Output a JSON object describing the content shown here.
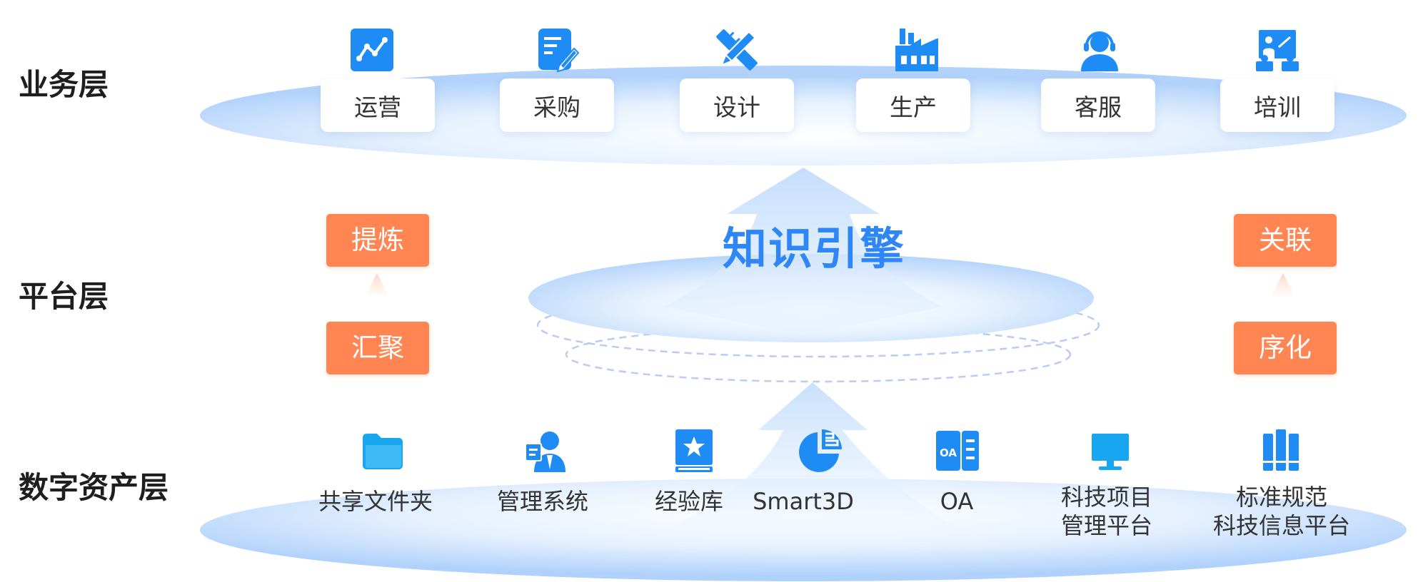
{
  "layers": {
    "business": "业务层",
    "platform": "平台层",
    "asset": "数字资产层"
  },
  "business_items": [
    {
      "label": "运营",
      "icon": "line-chart-icon"
    },
    {
      "label": "采购",
      "icon": "edit-document-icon"
    },
    {
      "label": "设计",
      "icon": "pencil-ruler-icon"
    },
    {
      "label": "生产",
      "icon": "factory-icon"
    },
    {
      "label": "客服",
      "icon": "headset-agent-icon"
    },
    {
      "label": "培训",
      "icon": "presentation-board-icon"
    }
  ],
  "platform": {
    "left_top": "提炼",
    "left_bottom": "汇聚",
    "right_top": "关联",
    "right_bottom": "序化",
    "engine": "知识引擎"
  },
  "asset_items": [
    {
      "label": "共享文件夹",
      "icon": "folder-icon"
    },
    {
      "label": "管理系统",
      "icon": "manager-user-icon"
    },
    {
      "label": "经验库",
      "icon": "star-book-icon"
    },
    {
      "label": "Smart3D",
      "icon": "pie-chart-icon"
    },
    {
      "label": "OA",
      "icon": "oa-document-icon"
    },
    {
      "label_line1": "科技项目",
      "label_line2": "管理平台",
      "icon": "monitor-icon"
    },
    {
      "label_line1": "标准规范",
      "label_line2": "科技信息平台",
      "icon": "bookshelf-icon"
    }
  ],
  "colors": {
    "accent_blue": "#2f86f6",
    "icon_blue": "#1f8bf5",
    "orange": "#ff8552",
    "ellipse_blue": "#b9d7fb"
  }
}
